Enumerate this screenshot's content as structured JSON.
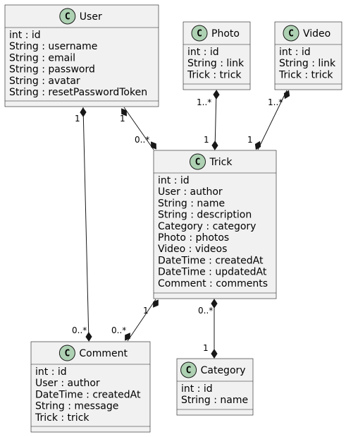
{
  "class_marker": "C",
  "classes": [
    {
      "id": "user",
      "name": "User",
      "attributes": [
        "int : id",
        "String : username",
        "String : email",
        "String : password",
        "String : avatar",
        "String : resetPasswordToken"
      ]
    },
    {
      "id": "photo",
      "name": "Photo",
      "attributes": [
        "int : id",
        "String : link",
        "Trick : trick"
      ]
    },
    {
      "id": "video",
      "name": "Video",
      "attributes": [
        "int : id",
        "String : link",
        "Trick : trick"
      ]
    },
    {
      "id": "trick",
      "name": "Trick",
      "attributes": [
        "int : id",
        "User : author",
        "String : name",
        "String : description",
        "Category : category",
        "Photo : photos",
        "Video : videos",
        "DateTime : createdAt",
        "DateTime : updatedAt",
        "Comment : comments"
      ]
    },
    {
      "id": "comment",
      "name": "Comment",
      "attributes": [
        "int : id",
        "User : author",
        "DateTime : createdAt",
        "String : message",
        "Trick : trick"
      ]
    },
    {
      "id": "category",
      "name": "Category",
      "attributes": [
        "int : id",
        "String : name"
      ]
    }
  ],
  "relations": [
    {
      "id": "user-comment",
      "from": "user",
      "to": "comment",
      "from_mult": "1",
      "to_mult": "0..*"
    },
    {
      "id": "user-trick",
      "from": "user",
      "to": "trick",
      "from_mult": "1",
      "to_mult": "0..*"
    },
    {
      "id": "photo-trick",
      "from": "photo",
      "to": "trick",
      "from_mult": "1..*",
      "to_mult": "1"
    },
    {
      "id": "video-trick",
      "from": "video",
      "to": "trick",
      "from_mult": "1..*",
      "to_mult": "1"
    },
    {
      "id": "trick-comment",
      "from": "trick",
      "to": "comment",
      "from_mult": "1",
      "to_mult": "0..*"
    },
    {
      "id": "trick-category",
      "from": "trick",
      "to": "category",
      "from_mult": "0..*",
      "to_mult": "1"
    }
  ]
}
